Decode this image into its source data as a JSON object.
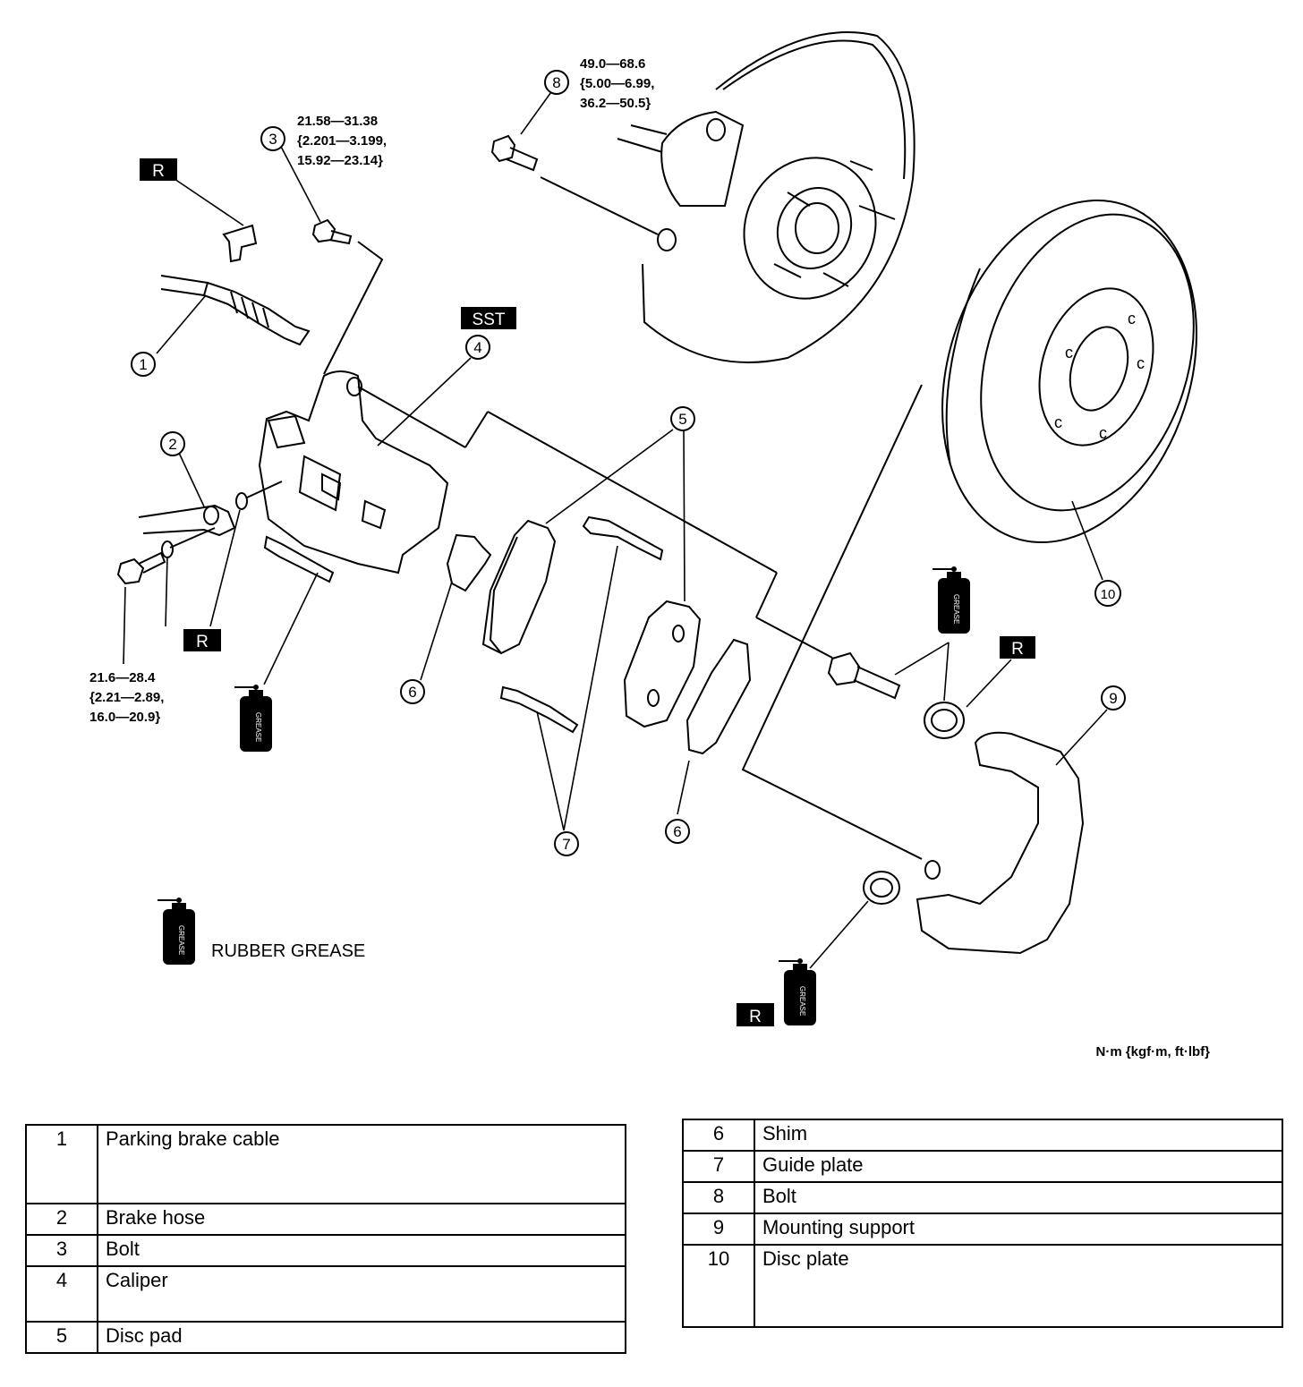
{
  "callouts": {
    "c1": "1",
    "c2": "2",
    "c3": "3",
    "c4": "4",
    "c5": "5",
    "c6a": "6",
    "c6b": "6",
    "c7": "7",
    "c8": "8",
    "c9": "9",
    "c10": "10"
  },
  "torques": {
    "bolt8": [
      "49.0—68.6",
      "{5.00—6.99,",
      "36.2—50.5}"
    ],
    "bolt3": [
      "21.58—31.38",
      "{2.201—3.199,",
      "15.92—23.14}"
    ],
    "bolt2": [
      "21.6—28.4",
      "{2.21—2.89,",
      "16.0—20.9}"
    ]
  },
  "badges": {
    "replace": "R",
    "sst": "SST",
    "grease_can_text": "GREASE"
  },
  "legend": {
    "rubber_grease": "RUBBER GREASE"
  },
  "units": "N·m {kgf·m, ft·lbf}",
  "parts_left": [
    {
      "num": "1",
      "name": "Parking brake cable"
    },
    {
      "num": "2",
      "name": "Brake hose"
    },
    {
      "num": "3",
      "name": "Bolt"
    },
    {
      "num": "4",
      "name": "Caliper"
    },
    {
      "num": "5",
      "name": "Disc pad"
    }
  ],
  "parts_right": [
    {
      "num": "6",
      "name": "Shim"
    },
    {
      "num": "7",
      "name": "Guide plate"
    },
    {
      "num": "8",
      "name": "Bolt"
    },
    {
      "num": "9",
      "name": "Mounting support"
    },
    {
      "num": "10",
      "name": "Disc plate"
    }
  ]
}
